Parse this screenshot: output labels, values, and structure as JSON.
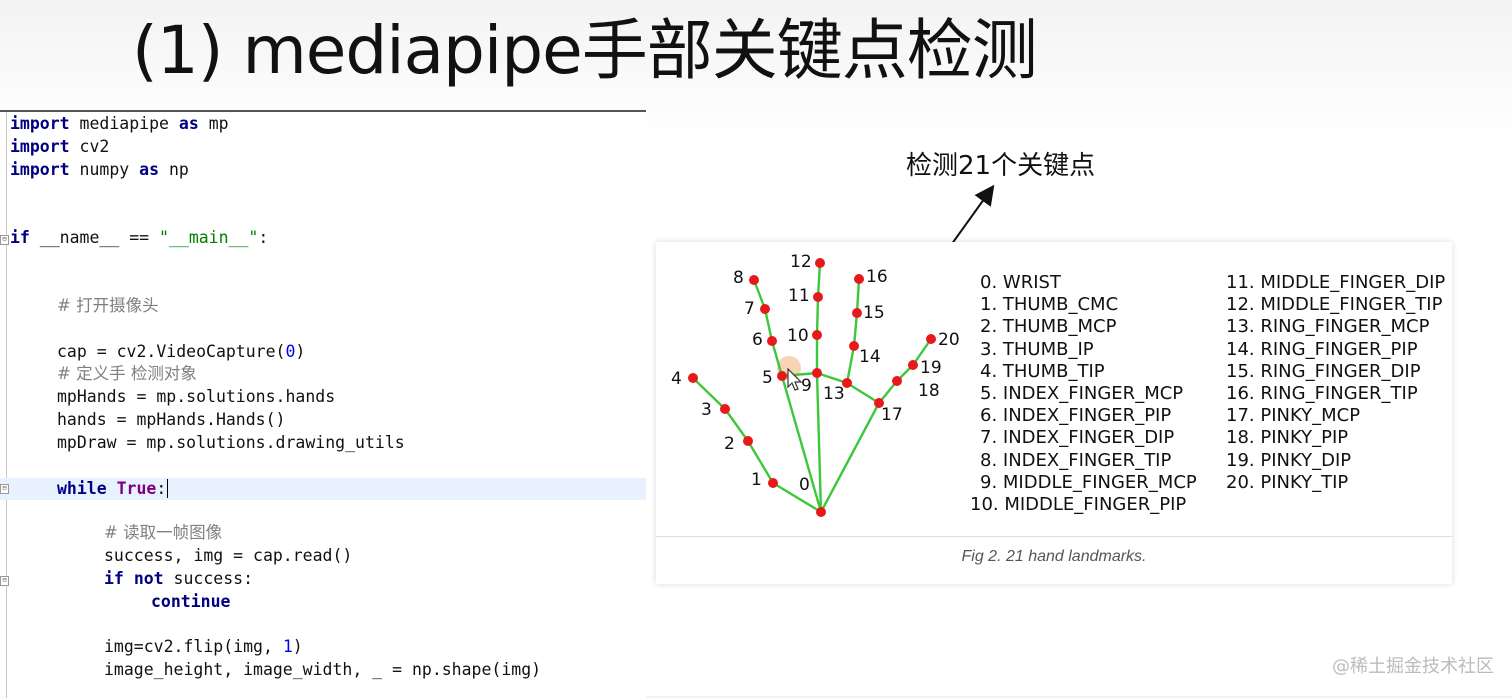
{
  "slide": {
    "title": "(1) mediapipe手部关键点检测",
    "annotation": "检测21个关键点",
    "watermark": "@稀土掘金技术社区"
  },
  "code": {
    "line1": [
      "import",
      " mediapipe ",
      "as",
      " mp"
    ],
    "line2": [
      "import",
      " cv2"
    ],
    "line3": [
      "import",
      " numpy ",
      "as",
      " np"
    ],
    "line4": [
      "if",
      " __name__ == ",
      "\"__main__\"",
      ":"
    ],
    "line5": "# 打开摄像头",
    "line6": [
      "cap = cv2.VideoCapture(",
      "0",
      ")"
    ],
    "line7": "# 定义手 检测对象",
    "line8": "mpHands = mp.solutions.hands",
    "line9": "hands = mpHands.Hands()",
    "line10": "mpDraw = mp.solutions.drawing_utils",
    "line11": [
      "while",
      " ",
      "True",
      ":"
    ],
    "line12": "# 读取一帧图像",
    "line13": "success, img = cap.read()",
    "line14": [
      "if",
      " ",
      "not",
      " success:"
    ],
    "line15": "continue",
    "line16": [
      "img=cv2.flip(img, ",
      "1",
      ")"
    ],
    "line17": "image_height, image_width, _ = np.shape(img)"
  },
  "figure": {
    "caption": "Fig 2. 21 hand landmarks.",
    "landmarks_left": [
      "0. WRIST",
      "1. THUMB_CMC",
      "2. THUMB_MCP",
      "3. THUMB_IP",
      "4. THUMB_TIP",
      "5. INDEX_FINGER_MCP",
      "6. INDEX_FINGER_PIP",
      "7. INDEX_FINGER_DIP",
      "8. INDEX_FINGER_TIP",
      "9. MIDDLE_FINGER_MCP",
      "10. MIDDLE_FINGER_PIP"
    ],
    "landmarks_right": [
      "11. MIDDLE_FINGER_DIP",
      "12. MIDDLE_FINGER_TIP",
      "13. RING_FINGER_MCP",
      "14. RING_FINGER_PIP",
      "15. RING_FINGER_DIP",
      "16. RING_FINGER_TIP",
      "17. PINKY_MCP",
      "18. PINKY_PIP",
      "19. PINKY_DIP",
      "20. PINKY_TIP"
    ],
    "point_labels": [
      "0",
      "1",
      "2",
      "3",
      "4",
      "5",
      "6",
      "7",
      "8",
      "9",
      "10",
      "11",
      "12",
      "13",
      "14",
      "15",
      "16",
      "17",
      "18",
      "19",
      "20"
    ],
    "colors": {
      "point": "#e8191b",
      "bone": "#3cc83c",
      "highlight": "#f5c9a0"
    }
  }
}
